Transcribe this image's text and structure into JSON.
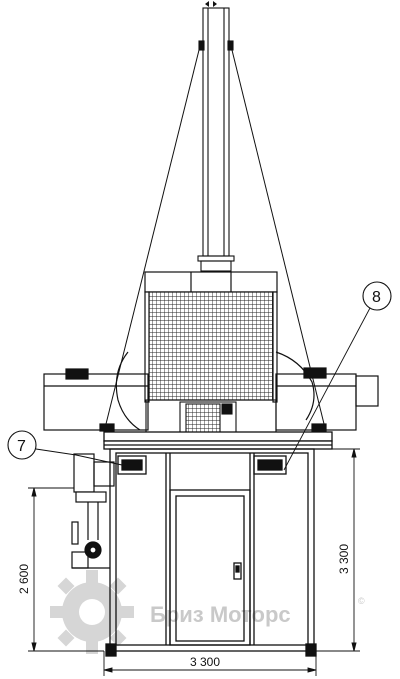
{
  "dimensions": {
    "width_label": "3 300",
    "height_right_label": "3 300",
    "height_left_label": "2 600"
  },
  "callouts": {
    "label_7": "7",
    "label_8": "8"
  },
  "watermark": {
    "brand": "Бриз Моторс",
    "symbol": "©"
  },
  "colors": {
    "line": "#111111",
    "watermark": "#c9c9c9"
  }
}
